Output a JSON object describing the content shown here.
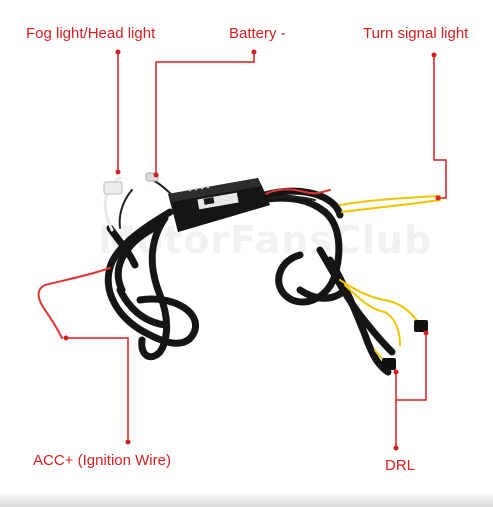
{
  "labels": {
    "fog_head": "Fog light/Head light",
    "battery": "Battery -",
    "turn_signal": "Turn signal light",
    "acc": "ACC+ (Ignition Wire)",
    "drl": "DRL"
  },
  "watermark": "MotorFansClub",
  "colors": {
    "callout": "#d81e1e",
    "cable": "#151515",
    "yellow_wire": "#f2c400",
    "red_wire": "#e23636",
    "module": "#1c1c1c"
  }
}
